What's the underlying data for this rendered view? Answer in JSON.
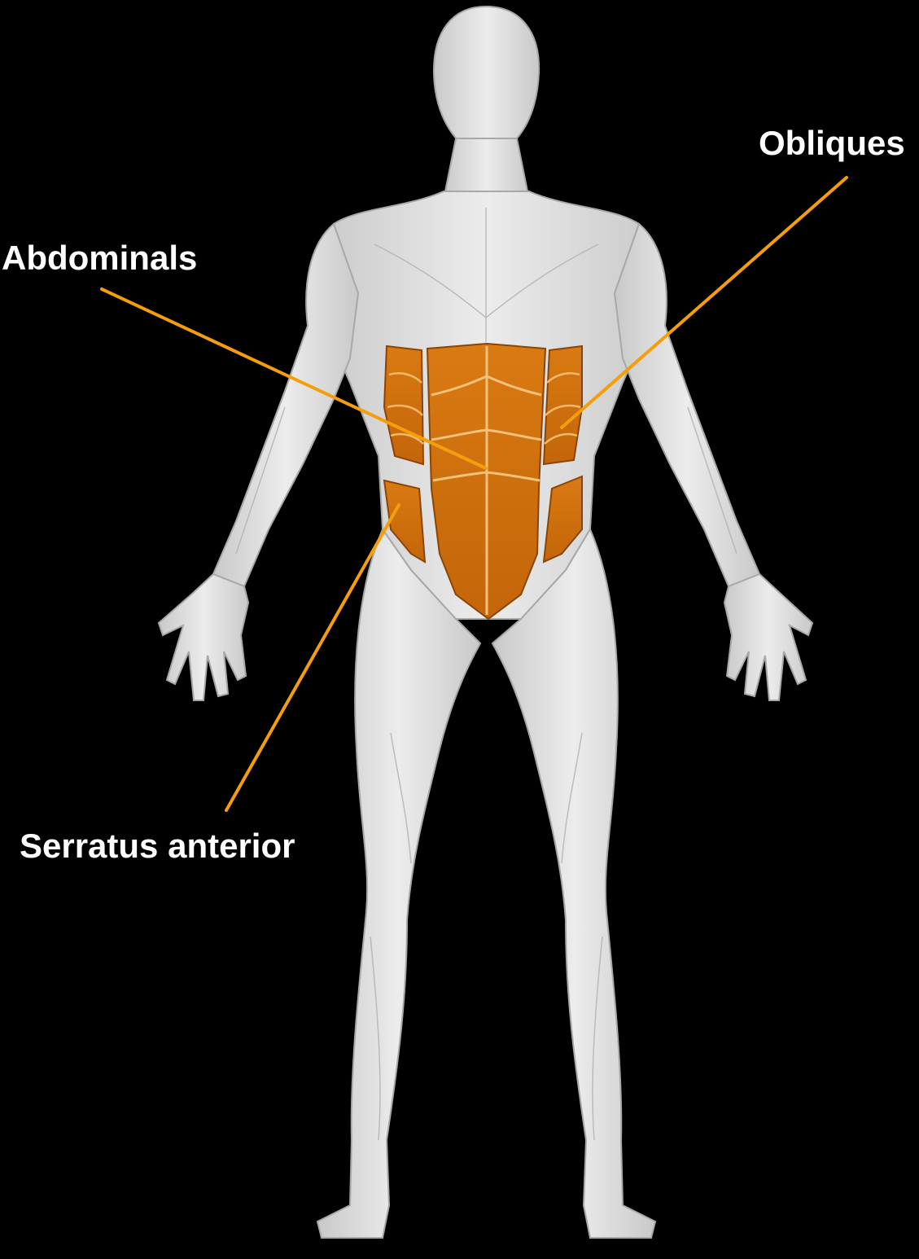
{
  "labels": {
    "obliques": "Obliques",
    "abdominals": "Abdominals",
    "serratus": "Serratus anterior"
  },
  "colors": {
    "background": "#000000",
    "body": "#dcdcdc",
    "body_shade": "#b8b8b8",
    "highlight": "#d9780f",
    "highlight_dark": "#a9560a",
    "pointer_line": "#f59e0b",
    "label_text": "#ffffff"
  }
}
